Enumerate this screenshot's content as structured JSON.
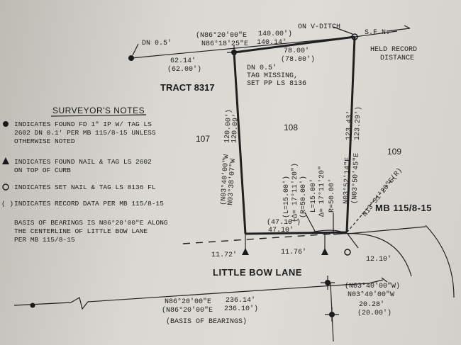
{
  "labels": {
    "tract": "TRACT 8317",
    "lot_107": "107",
    "lot_108": "108",
    "lot_109": "109",
    "street": "LITTLE BOW LANE",
    "on_v_ditch": "ON V-DITCH",
    "sfn": "S.F.N.",
    "held_record_1": "HELD RECORD",
    "held_record_2": "DISTANCE",
    "dn_top": "DN 0.5'",
    "dn_mid": "DN 0.5'",
    "tag_missing": "TAG MISSING,",
    "set_pp": "SET PP LS 8136",
    "mb_ref": "MB 115/8-15"
  },
  "bearings": {
    "top_rec_bearing": "(N86°20'00\"E",
    "top_rec_dist": "140.00')",
    "top_bearing": "N86°18'25\"E",
    "top_dist": "140.14'",
    "left_seg_dist": "62.14'",
    "left_seg_rec": "(62.00')",
    "top_lot_dist": "78.00'",
    "top_lot_rec": "(78.00')",
    "west_rec_bearing": "(N03°40'00\"W",
    "west_rec_dist": "120.00')",
    "west_bearing": "N03°38'07\"W",
    "west_dist": "120.09'",
    "east_bearing": "N03°52'14\"E",
    "east_dist": "123.43'",
    "east_rec_bearing": "(N03°50'45\"E",
    "east_rec_dist": "123.29')",
    "radial": "N13°31'20\"E(R)",
    "front_rec": "(47.10')",
    "front": "47.10'",
    "curve1_L": "(L=15.00')",
    "curve1_D": "(Δ= 17°11'20\")",
    "curve1_R": "(R=50.00')",
    "curve2_L": "L=15.00'",
    "curve2_D": "Δ= 17°11'20\"",
    "curve2_R": "R=50.00'",
    "off_left": "11.72'",
    "off_mid": "11.76'",
    "off_right": "12.10'",
    "cl_bearing": "N86°20'00\"E",
    "cl_dist": "236.14'",
    "cl_rec_bearing": "(N86°20'00\"E",
    "cl_rec_dist": "236.10')",
    "basis": "(BASIS OF BEARINGS)",
    "side_rec_bearing": "(N03°40'00\"W)",
    "side_bearing": "N03°40'00\"W",
    "side_dist": "20.28'",
    "side_rec_dist": "(20.00')"
  },
  "notes": {
    "title": "SURVEYOR'S NOTES",
    "found_fd_1": "INDICATES FOUND FD 1\" IP W/ TAG LS",
    "found_fd_2": "2602 DN 0.1' PER MB 115/8-15 UNLESS",
    "found_fd_3": "OTHERWISE NOTED",
    "nail_1": "INDICATES FOUND NAIL & TAG LS 2602",
    "nail_2": "ON TOP OF CURB",
    "set_nail": "INDICATES SET NAIL & TAG LS 8136 FL",
    "record_paren": "( )",
    "record": "INDICATES RECORD DATA PER MB 115/8-15",
    "basis_1": "BASIS OF BEARINGS IS N86°20'00\"E ALONG",
    "basis_2": "THE CENTERLINE OF LITTLE BOW LANE",
    "basis_3": "PER MB 115/8-15"
  }
}
